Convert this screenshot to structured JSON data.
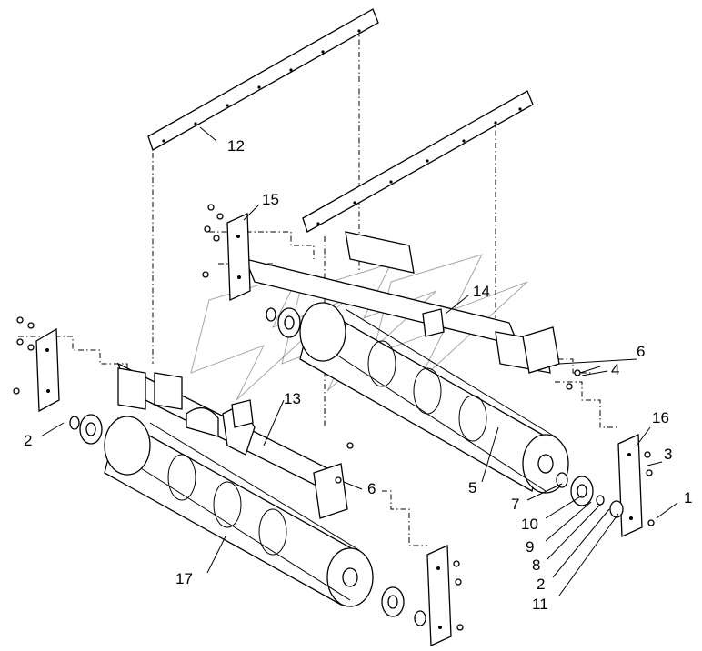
{
  "diagram": {
    "callouts": [
      {
        "id": "c12",
        "text": "12"
      },
      {
        "id": "c15",
        "text": "15"
      },
      {
        "id": "c14",
        "text": "14"
      },
      {
        "id": "c6a",
        "text": "6"
      },
      {
        "id": "c4",
        "text": "4"
      },
      {
        "id": "c13",
        "text": "13"
      },
      {
        "id": "c2a",
        "text": "2"
      },
      {
        "id": "c16",
        "text": "16"
      },
      {
        "id": "c3",
        "text": "3"
      },
      {
        "id": "c6b",
        "text": "6"
      },
      {
        "id": "c5",
        "text": "5"
      },
      {
        "id": "c7",
        "text": "7"
      },
      {
        "id": "c1",
        "text": "1"
      },
      {
        "id": "c10",
        "text": "10"
      },
      {
        "id": "c9",
        "text": "9"
      },
      {
        "id": "c8",
        "text": "8"
      },
      {
        "id": "c2b",
        "text": "2"
      },
      {
        "id": "c11",
        "text": "11"
      },
      {
        "id": "c17",
        "text": "17"
      }
    ]
  }
}
